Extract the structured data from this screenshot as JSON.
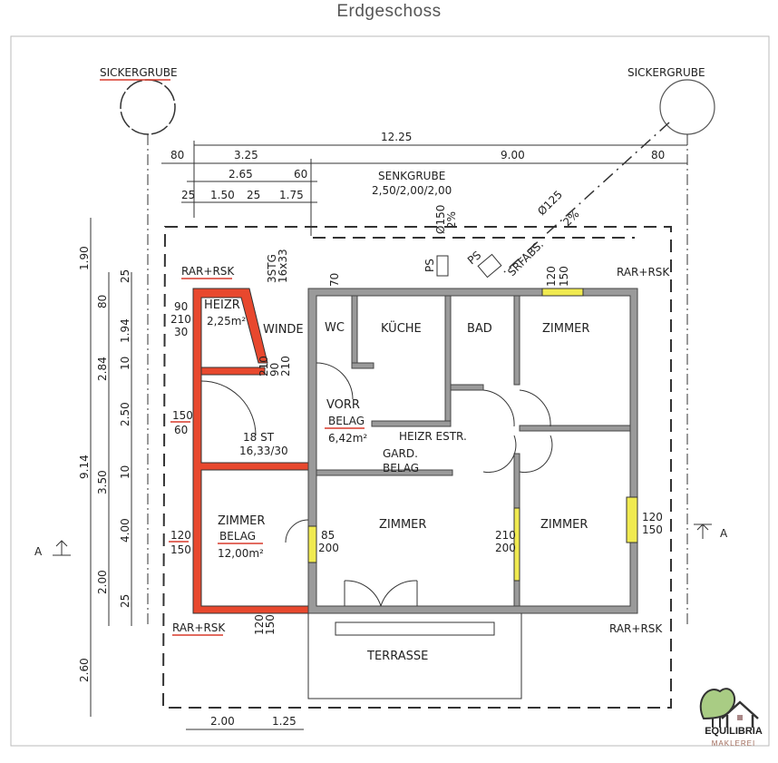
{
  "title": "Erdgeschoss",
  "labels": {
    "sickergrube_left": "SICKERGRUBE",
    "sickergrube_right": "SICKERGRUBE",
    "senkgrube": "SENKGRUBE",
    "senkgrube_dims": "2,50/2,00/2,00",
    "rar_rsk": "RAR+RSK",
    "ps": "PS",
    "srfabs": "SRFABS.",
    "pipe1": "Ø125",
    "pipe1_slope": "2%",
    "pipe2": "Ø150",
    "pipe2_slope": "2%",
    "stairs_top": "3STG",
    "stairs_top2": "16x33",
    "stairs_count": "18 ST",
    "stairs_ratio": "16,33/30",
    "section": "A"
  },
  "rooms": {
    "heizr": "HEIZR",
    "heizr_area": "2,25m²",
    "winde": "WINDE",
    "wc": "WC",
    "kueche": "KÜCHE",
    "bad": "BAD",
    "zimmer_ne": "ZIMMER",
    "vorr": "VORR",
    "vorr_belag": "BELAG",
    "vorr_area": "6,42m²",
    "heizr_estr": "HEIZR ESTR.",
    "gard": "GARD.",
    "gard_belag": "BELAG",
    "zimmer_w": "ZIMMER",
    "zimmer_w_belag": "BELAG",
    "zimmer_w_area": "12,00m²",
    "zimmer_c": "ZIMMER",
    "zimmer_e": "ZIMMER",
    "terrasse": "TERRASSE"
  },
  "dimensions": {
    "top": [
      "12.25",
      "80",
      "3.25",
      "9.00",
      "80",
      "2.65",
      "60",
      "25",
      "1.50",
      "25",
      "1.75"
    ],
    "left_outer": [
      "1.90",
      "9.14",
      "2.60"
    ],
    "left_mid": [
      "80",
      "2.84",
      "3.50",
      "2.00"
    ],
    "left_inner": [
      "25",
      "1.94",
      "10",
      "2.50",
      "10",
      "4.00",
      "25"
    ],
    "bottom": [
      "2.00",
      "1.25"
    ],
    "openings": [
      "90",
      "210",
      "30",
      "150",
      "60",
      "120",
      "150",
      "70",
      "210",
      "90",
      "210",
      "85",
      "200",
      "210",
      "200",
      "120",
      "150",
      "120",
      "150",
      "120",
      "150"
    ]
  },
  "logo": {
    "name": "EQUILIBRIA",
    "sub": "MAKLEREI"
  }
}
